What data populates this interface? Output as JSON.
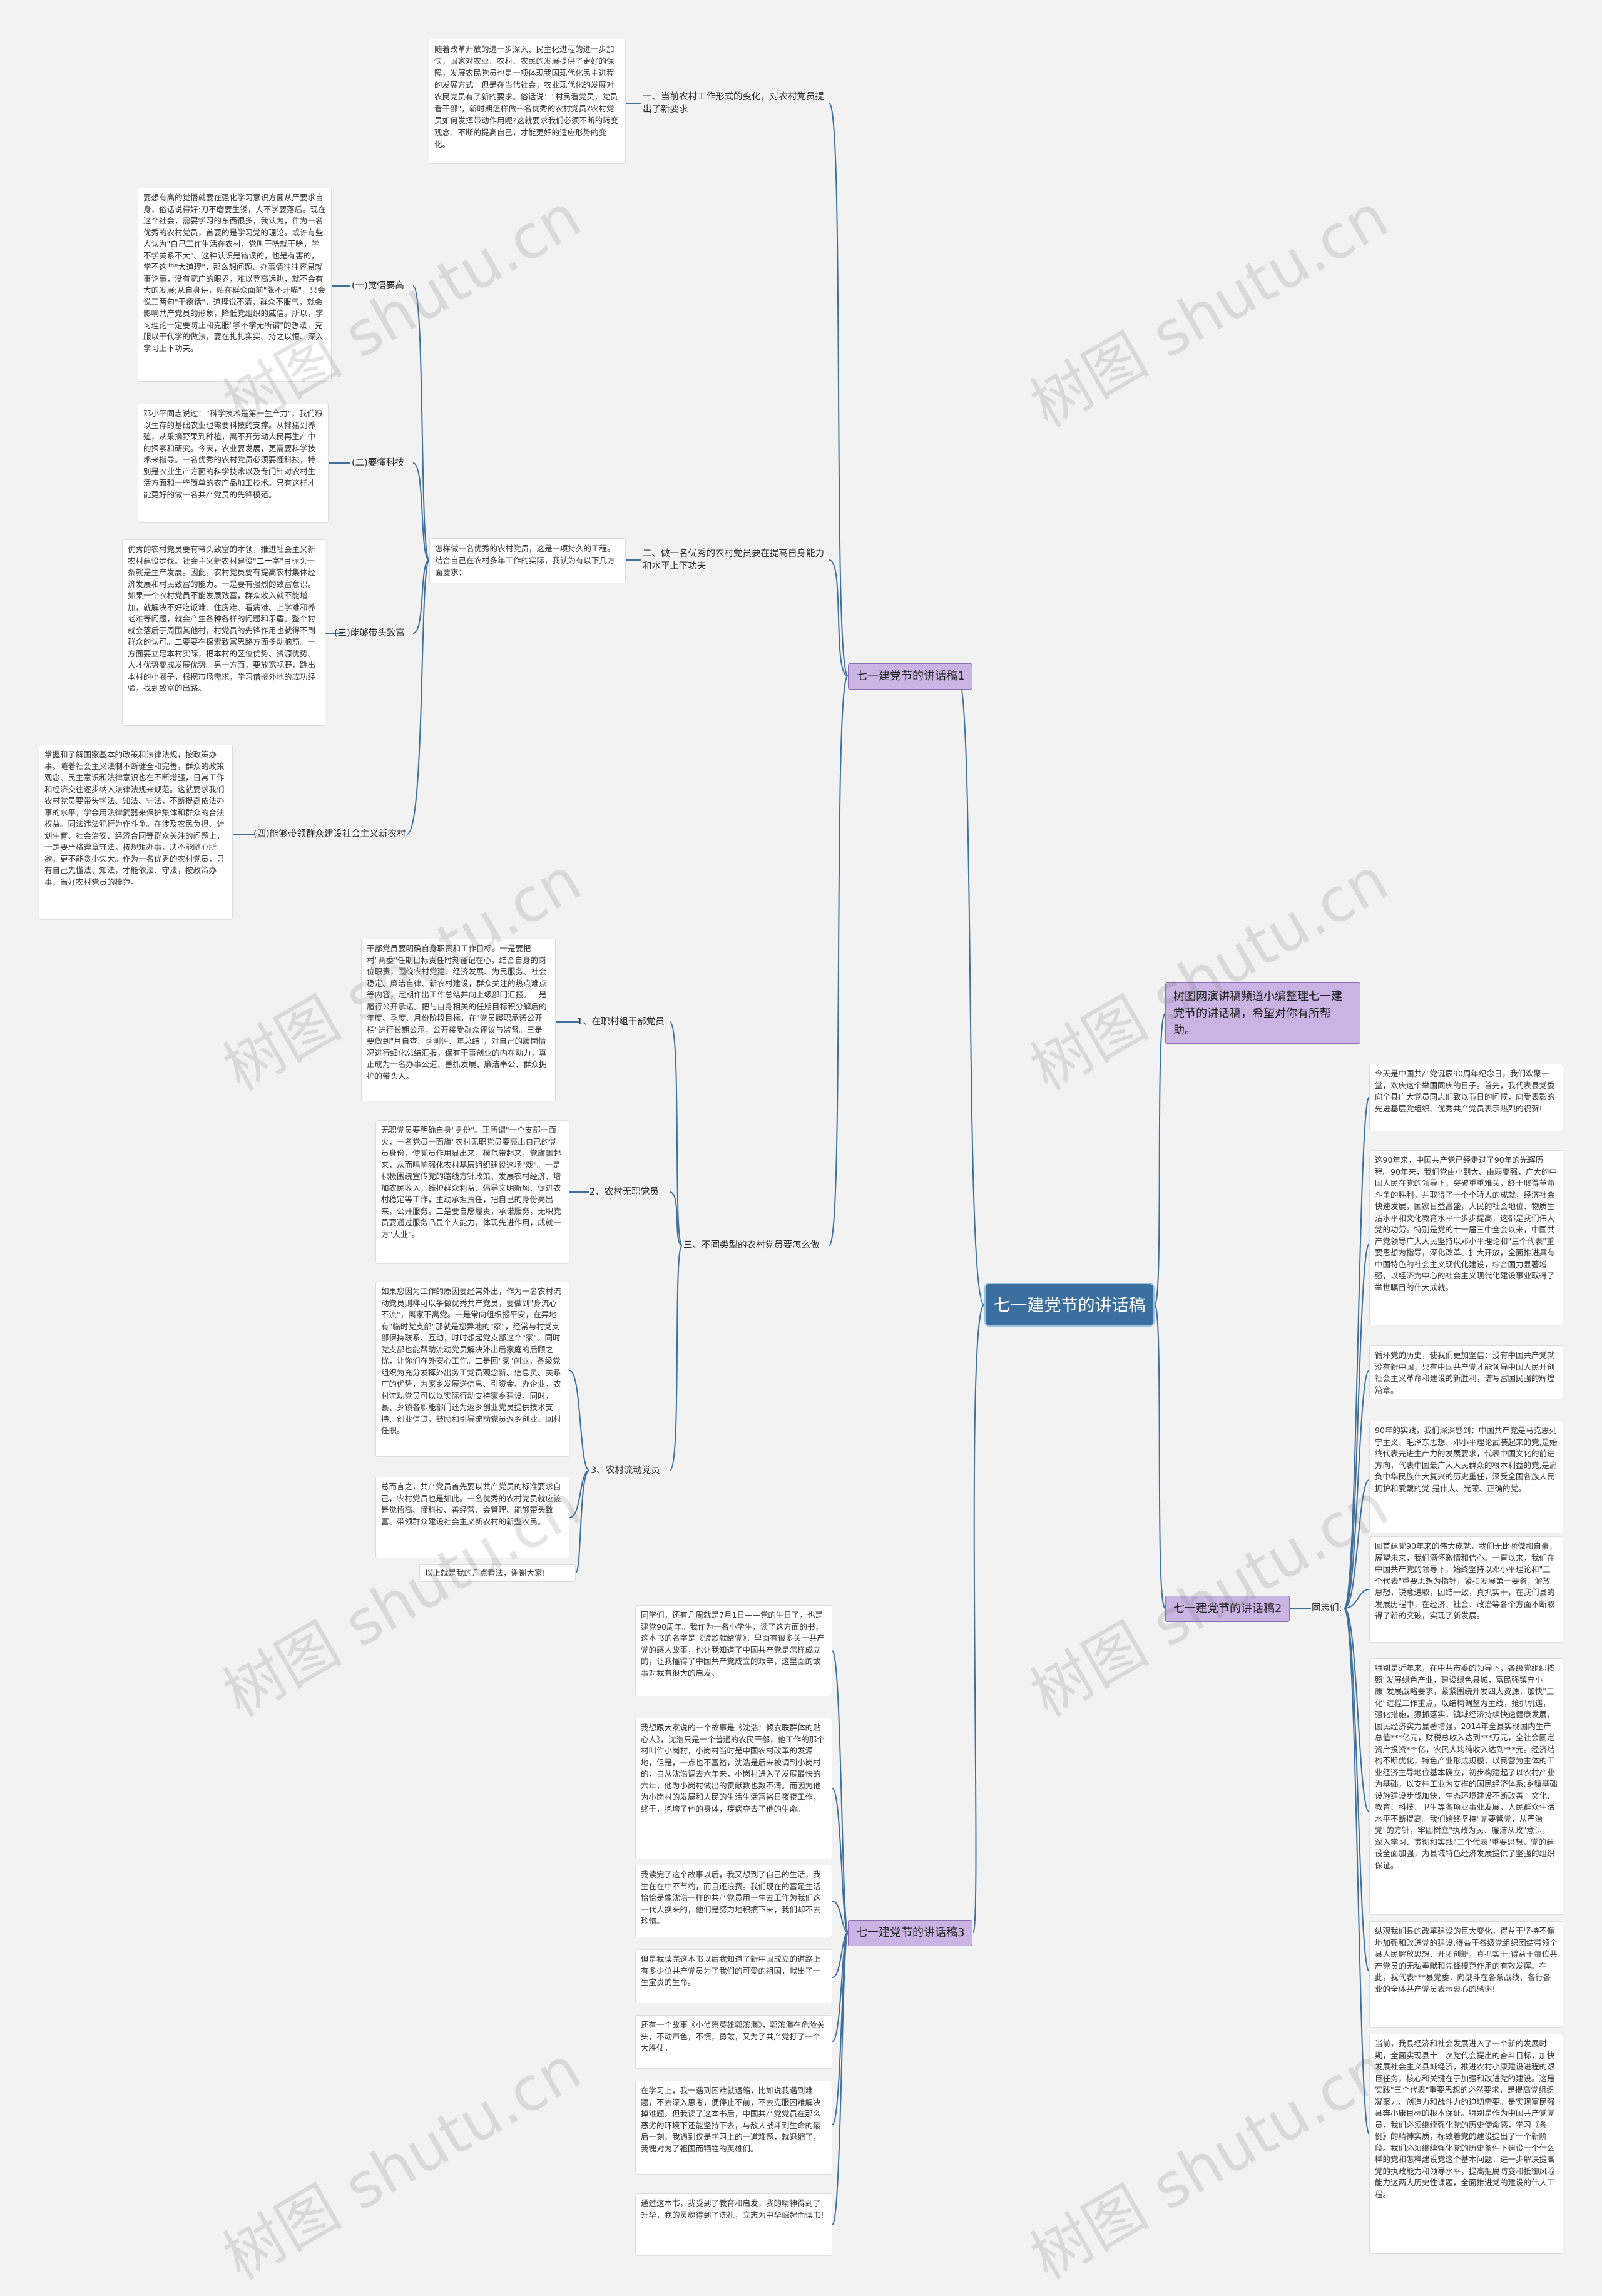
{
  "root": "七一建党节的讲话稿",
  "intro": "树图网演讲稿频道小编整理七一建党节的讲话稿，希望对你有所帮助。",
  "branch1": {
    "title": "七一建党节的讲话稿1",
    "s1_label": "一、当前农村工作形式的变化，对农村党员提出了新要求",
    "s1_text": "随着改革开放的进一步深入、民主化进程的进一步加快，国家对农业、农村、农民的发展提供了更好的保障，发展农民党员也是一项体现我国现代化民主进程的发展方式。但是在当代社会，农业现代化的发展对农民党员有了新的要求。俗话说：\"村民看党员，党员看干部\"，新时期怎样做一名优秀的农村党员?农村党员如何发挥带动作用呢?这就要求我们必须不断的转变观念、不断的提高自己，才能更好的适应形势的变化。",
    "s2_label": "二、做一名优秀的农村党员要在提高自身能力和水平上下功夫",
    "s2_text": "怎样做一名优秀的农村党员，这是一项持久的工程。结合自己在农村多年工作的实际，我认为有以下几方面要求：",
    "c1_label": "(一)觉悟要高",
    "c1_text": "要想有高的觉悟就要在强化学习意识方面从严要求自身，俗话说得好:刀不磨要生锈，人不学要落后。现在这个社会，需要学习的东西很多，我认为，作为一名优秀的农村党员，首要的是学习党的理论。或许有些人认为\"自己工作生活在农村，党叫干啥就干啥，学不学关系不大\"。这种认识是错误的，也是有害的，学不这些\"大道理\"，那么想问题、办事情往往容易就事论事，没有宽广的眼界，难以登高远眺，就不会有大的发展;从自身讲，站在群众面前\"张不开嘴\"，只会说三两句\"干瘪话\"，道理说不清，群众不服气，就会影响共产党员的形象，降低党组织的威信。所以，学习理论一定要防止和克服\"学不学无所谓\"的想法，克服以干代学的做法，要在扎扎实实、持之以恒、深入学习上下功夫。",
    "c2_label": "(二)要懂科技",
    "c2_text": "邓小平同志说过：\"科学技术是第一生产力\"，我们粮以生存的基础农业也需要科技的支撑。从拌猪到养殖，从采摘野果到种植，离不开劳动人民再生产中的探索和研究。今天，农业要发展，更需要科学技术来指导。一名优秀的农村党员必须要懂科技，特别是农业生产方面的科学技术以及专门针对农村生活方面和一些简单的农产品加工技术。只有这样才能更好的做一名共产党员的先锋模范。",
    "c3_label": "(三)能够带头致富",
    "c3_text": "优秀的农村党员要有带头致富的本领，推进社会主义新农村建设步伐。社会主义新农村建设\"二十字\"目标头一条就是生产发展。因此，农村党员要有提高农村集体经济发展和村民致富的能力。一是要有强烈的致富意识。如果一个农村党员不能发展致富，群众收入就不能增加，就解决不好吃饭难、住房难、看病难、上学难和养老难等问题，就会产生各种各样的问题和矛盾。整个村就会落后于周围其他村，村党员的先锋作用也就得不到群众的认可。二要要在探索致富思路方面多动脑筋。一方面要立足本村实际，把本村的区位优势、资源优势、人才优势变成发展优势。另一方面，要放宽视野，跳出本村的小圈子，根据市场需求，学习借鉴外地的成功经验，找到致富的出路。",
    "c4_label": "(四)能够带领群众建设社会主义新农村",
    "c4_text": "掌握和了解国家基本的政策和法律法规，按政策办事。随着社会主义法制不断健全和完善，群众的政策观念、民主意识和法律意识也在不断增强，日常工作和经济交往逐步纳入法律法规来规范。这就要求我们农村党员要带头学法、知法、守法，不断提高依法办事的水平，学会用法律武器来保护集体和群众的合法权益。同法违法犯行为作斗争。在涉及农民负担、计划生育、社会治安、经济合同等群众关注的问题上，一定要严格遵章守法，按规矩办事，决不能随心所欲，更不能贪小失大。作为一名优秀的农村党员，只有自己先懂法、知法，才能依法、守法，按政策办事，当好农村党员的模范。",
    "s3_label": "三、不同类型的农村党员要怎么做",
    "d1_label": "1、在职村组干部党员",
    "d1_text": "干部党员要明确自身职责和工作目标。一是要把村\"两委\"任期目标责任时刻谨记在心，结合自身的岗位职责，围绕农村党建、经济发展、为民服务、社会稳定、廉洁自律、新农村建设，群众关注的热点难点等内容，定期作出工作总结并向上级部门汇报。二是履行公开承诺。把与自身相关的任期目标积分解后的年度、季度、月份阶段目标，在\"党员履职承诺公开栏\"进行长期公示，公开接受群众评议与监督。三是要做到\"月自查、季测评、年总结\"，对自己的履岗情况进行细化总结汇报，保有干事创业的内在动力，真正成为一名办事公道、善抓发展、廉洁奉公、群众拥护的带头人。",
    "d2_label": "2、农村无职党员",
    "d2_text": "无职党员要明确自身\"身份\"。正所谓\"一个支部一面火，一名党员一面旗\"农村无职党员要亮出自己的党员身份，使党员作用显出来，模范带起来，党旗飘起来，从而唱响强化农村基层组织建设这场\"戏\"。一是积极围绕宣传党的路线方针政策、发展农村经济、增加农民收入，维护群众利益、倡导文明新风、促进农村稳定等工作，主动承担责任，把自己的身份亮出来，公开服务。二是要自愿履责，承诺服务，无职党员要通过服务凸显个人能力，体现先进作用，成就一方\"大业\"。",
    "d3_label": "3、农村流动党员",
    "d3_text": "如果您因为工作的原因要经常外出，作为一名农村流动党员则样可以争做优秀共产党员，要做到\"身流心不流\"，离家不离党。一是常向组织报平安，在异地有\"临时党支部\"那就是您异地的\"家\"，经常与村党支部保持联系、互动，时时想起党支部这个\"家\"。同时党支部也能帮助流动党员解决外出后家庭的后顾之忧，让你们在外安心工作。二是回\"家\"创业，各级党组织为充分发挥外出务工党员观念新、信息灵、关系广的优势，为家乡发展送信息、引资金、办企业，农村流动党员可以以实际行动支持家乡建设，同时，县、乡镇各职能部门还为返乡创业党员提供技术支持、创业信贷，鼓励和引导流动党员返乡创业、回村任职。",
    "d4_text": "总而言之，共产党员首先要以共产党员的标准要求自己，农村党员也是如此。一名优秀的农村党员就应该是觉悟高、懂科技、善经营、会管理、能够带头致富、带领群众建设社会主义新农村的新型农民。",
    "end_text": "以上就是我的几点看法，谢谢大家!"
  },
  "branch2": {
    "title": "七一建党节的讲话稿2",
    "hub_label": "同志们:",
    "p1": "今天是中国共产党诞辰90周年纪念日，我们欢聚一堂，欢庆这个举国同庆的日子。首先，我代表县党委向全县广大党员同志们致以节日的问候，向受表彰的先进基层党组织、优秀共产党员表示热烈的祝贺!",
    "p2": "这90年来，中国共产党已经走过了90年的光辉历程。90年来，我们党由小到大、由弱变强，广大的中国人民在党的领导下，突破重重难关，终于取得革命斗争的胜利，并取得了一个个骄人的成就，经济社会快速发展，国家日益昌盛，人民的社会地位、物质生活水平和文化教育水平一步步提高，这都是我们伟大党的功劳。特别是党的十一届三中全会以来，中国共产党领导广大人民坚持以邓小平理论和\"三个代表\"重要思想为指导，深化改革、扩大开放，全面推进具有中国特色的社会主义现代化建设，综合国力显著增强，以经济为中心的社会主义现代化建设事业取得了举世瞩目的伟大成就。",
    "p3": "循环党的历史，使我们更加坚信：没有中国共产党就没有新中国，只有中国共产党才能领导中国人民开创社会主义革命和建设的新胜利，谱写富国民强的辉煌篇章。",
    "p4": "90年的实践，我们深深感到：中国共产党是马克思列宁主义、毛泽东思想、邓小平理论武装起来的党,是始终代表先进生产力的发展要求，代表中国文化的前进方向，代表中国最广大人民群众的根本利益的党,是肩负中华民族伟大复兴的历史重任，深受全国各族人民拥护和爱戴的党,是伟大、光荣、正确的党。",
    "p5": "回首建党90年来的伟大成就，我们无比骄傲和自豪，展望未来，我们满怀激情和信心。一直以来，我们在中国共产党的领导下，始终坚持以邓小平理论和\"三个代表\"重要思想为指针，紧扣发展第一要务，解放思想，锐意进取，团结一致，真抓实干，在我们县的发展历程中，在经济、社会、政治等各个方面不断取得了新的突破，实现了新发展。",
    "p6": "特别是近年来，在中共市委的领导下，各级党组织按照\"发展绿色产业，建设绿色县城，富民强镇奔小康\"发展战略要求，紧紧围绕开发四大资源，加快\"三化\"进程工作重点，以结构调整为主线，抢抓机遇，强化措施，狠抓落实，镇域经济持续快速健康发展，国民经济实力显著增强，2014年全县实现国内生产总值***亿元，财税总收入达到***万元，全社会固定资产投资***亿，农民人均纯收入达到***元。经济结构不断优化，特色产业形成规模，以民营为主体的工业经济主导地位基本确立，初步构建起了以农村产业为基础，以支柱工业为支撑的国民经济体系;乡镇基础设施建设步伐加快，生态环境建设不断改善。文化、教育、科技、卫生等各项业事业发展，人民群众生活水平不断提高。我们始终坚持\"党要管党，从严治党\"的方针，牢固树立\"执政为民、廉洁从政\"意识，深入学习、贯彻和实践\"三个代表\"重要思想，党的建设全面加强，为县域特色经济发展提供了坚强的组织保证。",
    "p7": "纵观我们县的改革建设的巨大变化，得益于坚持不懈地加强和改进党的建设;得益于各级党组织团结带领全县人民解放思想、开拓创新，真抓实干;得益于每位共产党员的无私奉献和先锋模范作用的有效发挥。在此，我代表***县党委，向战斗在各条战线、各行各业的全体共产党员表示衷心的感谢!",
    "p8": "当前，我县经济和社会发展进入了一个新的发展时期，全面实现县十二次党代会提出的奋斗目标，加快发展社会主义县城经济，推进农村小康建设进程的艰巨任务，核心和关键在于加强和改进党的建设。这是实践\"三个代表\"重要思想的必然要求，是提高党组织凝聚力、创造力和战斗力的迫切需要。是实现富民强县奔小康目标的根本保证。特别是作为中国共产党党员，我们必须继续强化党的历史使命感，学习《条例》的精神实质，标致着党的建设提出了一个新阶段。我们必须继续强化党的历史条件下建设一个什么样的党和怎样建设党这个基本问题，进一步解决提高党的执政能力和领导水平，提高拒腐防变和抵御风险能力这两大历史性课题，全面推进党的建设的伟大工程。"
  },
  "branch3": {
    "title": "七一建党节的讲话稿3",
    "q1": "同学们，还有几周就是7月1日——党的生日了，也是建党90周年。我作为一名小学生，读了这方面的书，这本书的名字是《谚歌献给党》，里面有很多关于共产党的感人故事，也让我知道了中国共产党是怎样成立的，让我懂得了中国共产党成立的艰辛，这里面的故事对我有很大的启发。",
    "q2": "我想跟大家说的一个故事是《沈浩：倾衣联群体的贴心人》，沈浩只是一个普通的农民干部，他工作的那个村叫作小岗村，小岗村当时是中国农村改革的发源地，但是，一点也不富裕，沈浩是后来被调到小岗村的，自从沈浩调去六年来，小岗村进入了发展最快的六年，他为小岗村做出的贡献数也数不清。而因为他为小岗村的发展和人民的生活生活富裕日夜夜工作，终于，抱垮了他的身体，疾病夺去了他的生命。",
    "q3": "我读完了这个故事以后，我又想到了自己的生活，我生在在中不节约，而且还浪费。我们现在的富足生活恰恰是像沈浩一样的共产党员用一生去工作为我们这一代人换来的，他们是努力地积攒下来，我们却不去珍惜。",
    "q4": "但是我读完这本书以后我知道了新中国成立的道路上有多少位共产党员为了我们的可爱的祖国，献出了一生宝贵的生命。",
    "q5": "还有一个故事《小侦察英雄郭滨海》，郭滨海在危险关头，不动声色，不慌，勇敢，又为了共产党打了一个大胜仗。",
    "q6": "在学习上，我一遇到困难就退缩，比如说我遇到难题，不去深入思考，便停止不前，不去克服困难解决掉难题。但我读了这本书后，中国共产党党员在那么恶劣的环境下还能坚持下去，与敌人战斗到生命的最后一刻，我遇到仅是学习上的一道难题，就退缩了，我愧对为了祖国而牺牲的英雄们。",
    "q7": "通过这本书，我受到了教育和启发，我的精神得到了升华，我的灵魂得到了洗礼，立志为中华崛起而读书!"
  },
  "watermarks": [
    "树图 shutu.cn",
    "树图 shutu.cn",
    "树图 shutu.cn",
    "树图 shutu.cn",
    "树图 shutu.cn",
    "树图 shutu.cn",
    "树图 shutu.cn",
    "树图 shutu.cn"
  ],
  "colors": {
    "line": "#3f6f9a",
    "root": "#3b6f9d",
    "branch": "#c9b4e3"
  }
}
